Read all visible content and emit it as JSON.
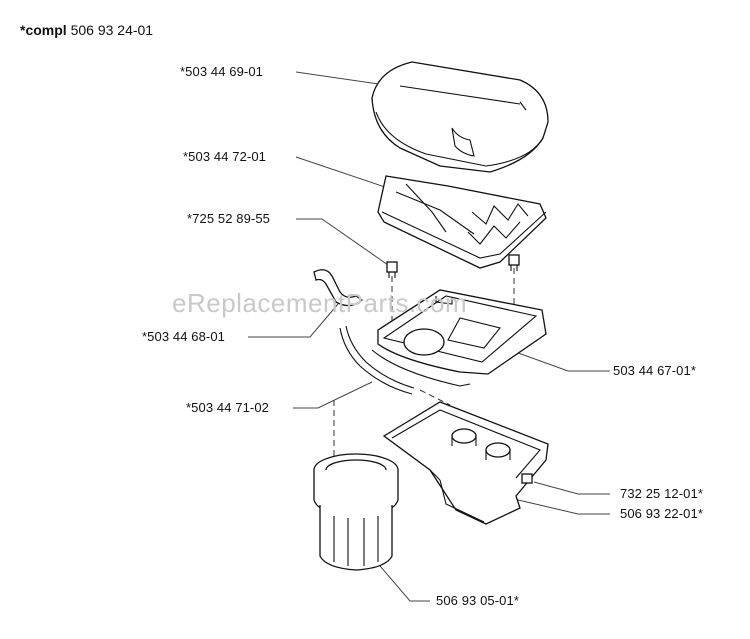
{
  "title": {
    "prefix": "*compl",
    "number": "506 93 24-01"
  },
  "watermark": "eReplacementParts.com",
  "labels": {
    "cover": "*503 44 69-01",
    "filter_holder": "*503 44 72-01",
    "screw": "*725 52 89-55",
    "clip": "*503 44 68-01",
    "hose": "*503 44 71-02",
    "base_plate": "503 44 67-01*",
    "nut": "732 25 12-01*",
    "housing": "506 93 22-01*",
    "filter": "506 93 05-01*"
  }
}
